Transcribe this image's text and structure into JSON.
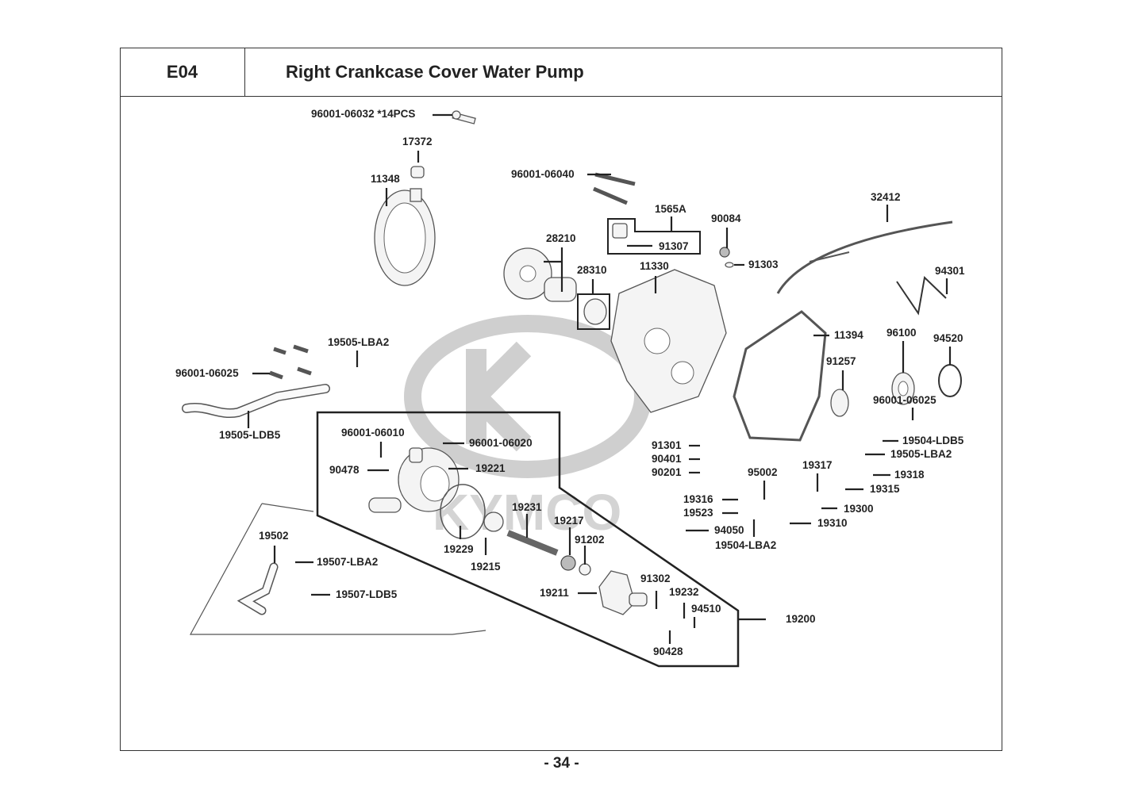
{
  "header": {
    "section_code": "E04",
    "title": "Right Crankcase Cover  Water Pump"
  },
  "page_number": "- 34 -",
  "watermark": {
    "brand": "KYMCO"
  },
  "callouts": {
    "bolt_14pcs": "96001-06032 *14PCS",
    "p17372": "17372",
    "p11348": "11348",
    "bolt_06040": "96001-06040",
    "p1565A": "1565A",
    "p91307": "91307",
    "p90084": "90084",
    "p91303": "91303",
    "p32412": "32412",
    "p28210": "28210",
    "p28310": "28310",
    "p11330": "11330",
    "p94301": "94301",
    "p11394": "11394",
    "p96100": "96100",
    "p94520": "94520",
    "p91257": "91257",
    "bolt_06025_right": "96001-06025",
    "p19504_LDB5": "19504-LDB5",
    "p19505_LBA2_right": "19505-LBA2",
    "p19318": "19318",
    "p19317": "19317",
    "p19315": "19315",
    "p19300": "19300",
    "p19310": "19310",
    "p95002": "95002",
    "p19316": "19316",
    "p19523": "19523",
    "p94050": "94050",
    "p19504_LBA2": "19504-LBA2",
    "p91301": "91301",
    "p90401": "90401",
    "p90201": "90201",
    "p19505_LBA2_left": "19505-LBA2",
    "bolt_06025_left": "96001-06025",
    "p19505_LDB5": "19505-LDB5",
    "bolt_06010": "96001-06010",
    "bolt_06020": "96001-06020",
    "p90478": "90478",
    "p19221": "19221",
    "p19231": "19231",
    "p19217": "19217",
    "p91202": "91202",
    "p19229": "19229",
    "p19215": "19215",
    "p19211": "19211",
    "p91302": "91302",
    "p19232": "19232",
    "p94510": "94510",
    "p90428": "90428",
    "p19200": "19200",
    "p19502": "19502",
    "p19507_LBA2": "19507-LBA2",
    "p19507_LDB5": "19507-LDB5"
  }
}
